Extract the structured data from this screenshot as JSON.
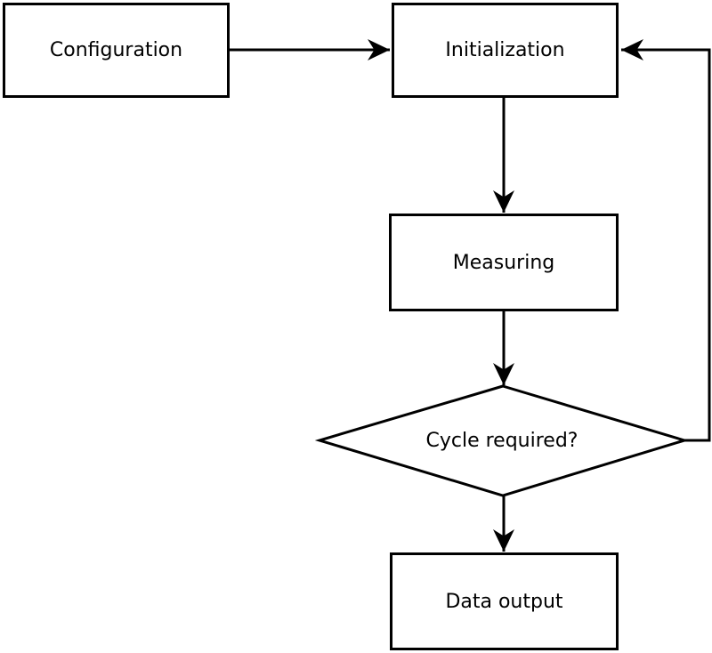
{
  "diagram": {
    "type": "flowchart",
    "background_color": "#ffffff",
    "stroke_color": "#000000",
    "text_color": "#000000",
    "nodes": [
      {
        "id": "configuration",
        "label": "Configuration",
        "shape": "rectangle"
      },
      {
        "id": "initialization",
        "label": "Initialization",
        "shape": "rectangle"
      },
      {
        "id": "measuring",
        "label": "Measuring",
        "shape": "rectangle"
      },
      {
        "id": "cycle_required",
        "label": "Cycle required?",
        "shape": "diamond"
      },
      {
        "id": "data_output",
        "label": "Data output",
        "shape": "rectangle"
      }
    ],
    "edges": [
      {
        "from": "configuration",
        "to": "initialization",
        "style": "arrow",
        "route": "horizontal"
      },
      {
        "from": "initialization",
        "to": "measuring",
        "style": "arrow",
        "route": "vertical"
      },
      {
        "from": "measuring",
        "to": "cycle_required",
        "style": "arrow",
        "route": "vertical"
      },
      {
        "from": "cycle_required",
        "to": "data_output",
        "style": "arrow",
        "route": "vertical"
      },
      {
        "from": "cycle_required",
        "to": "initialization",
        "style": "arrow",
        "route": "right-feedback-loop"
      }
    ]
  }
}
